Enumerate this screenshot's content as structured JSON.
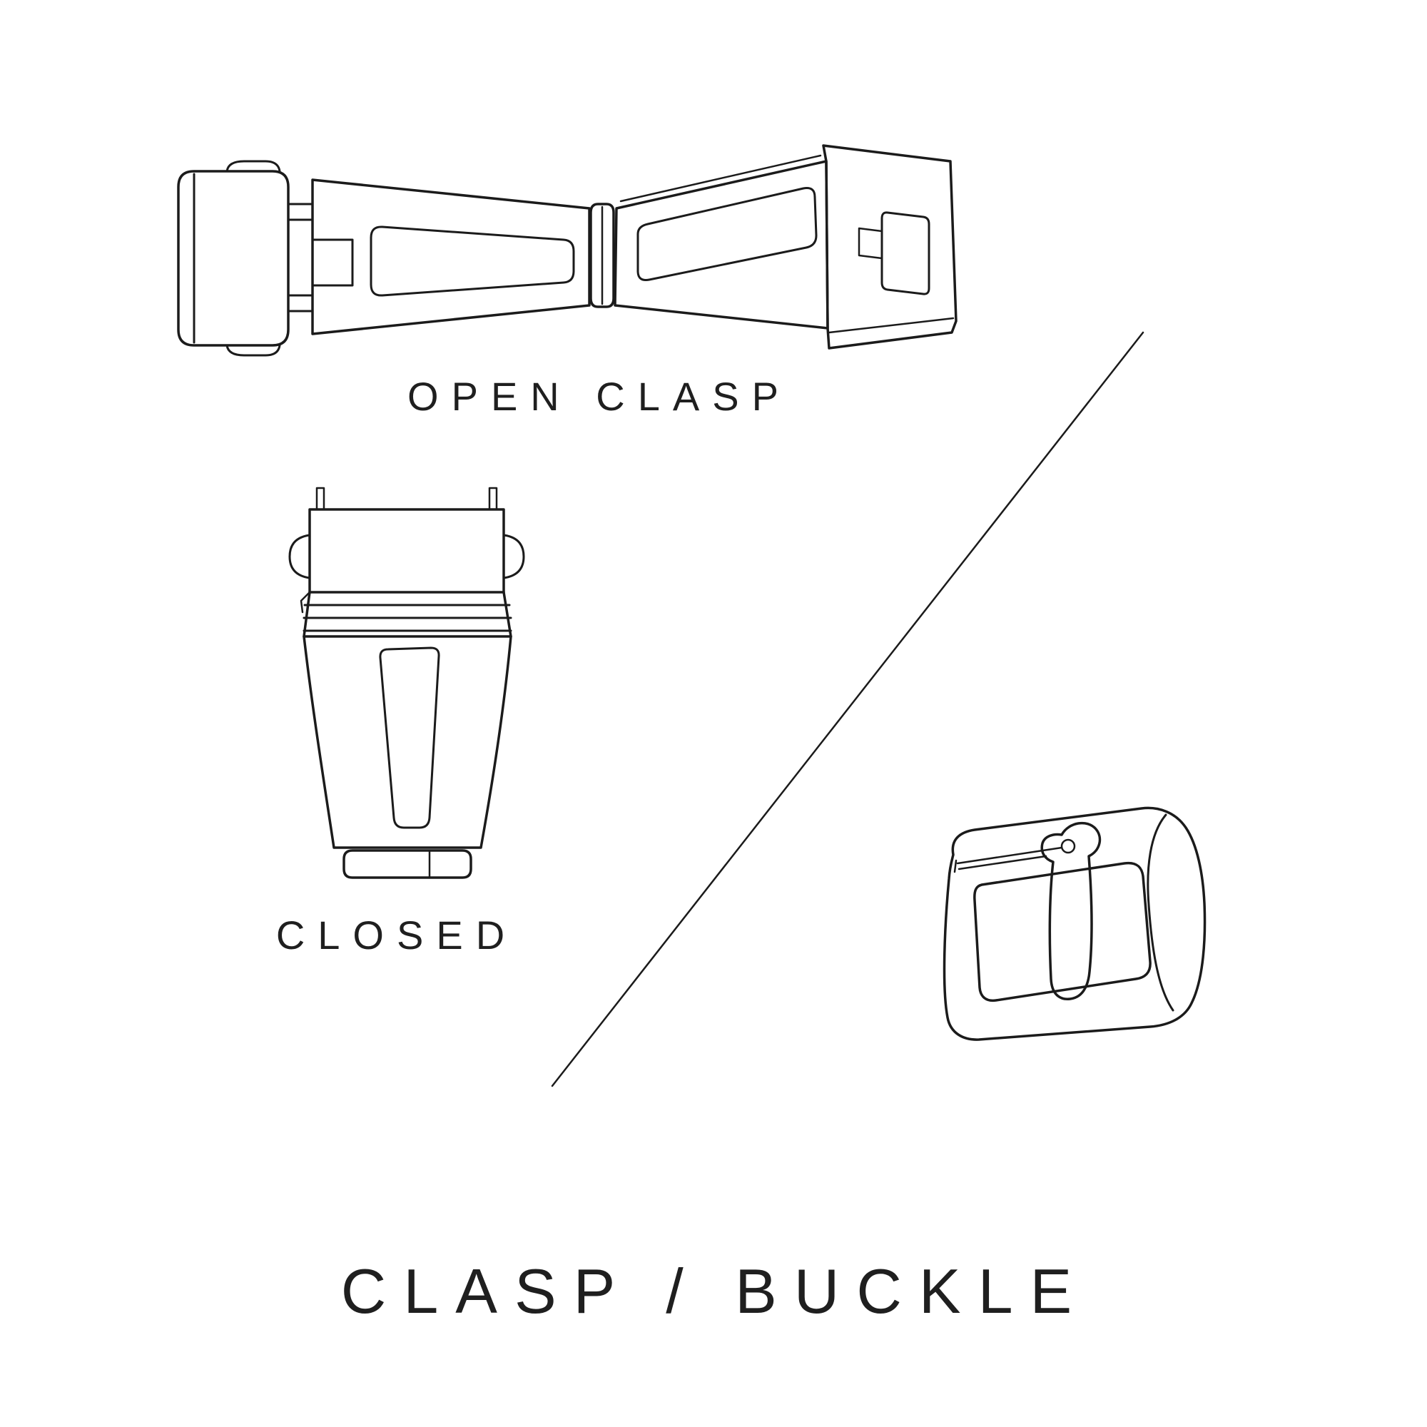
{
  "page": {
    "background_color": "#ffffff",
    "line_color": "#1b1b1b",
    "text_color": "#1f1f1f"
  },
  "diagram": {
    "title": "CLASP / BUCKLE",
    "divider": "diagonal-divider-line",
    "figures": [
      {
        "id": "open-clasp",
        "label": "OPEN CLASP",
        "icon": "open-clasp-illustration"
      },
      {
        "id": "closed-clasp",
        "label": "CLOSED",
        "icon": "closed-clasp-illustration"
      },
      {
        "id": "tang-buckle",
        "label": "",
        "icon": "tang-buckle-illustration"
      }
    ]
  }
}
